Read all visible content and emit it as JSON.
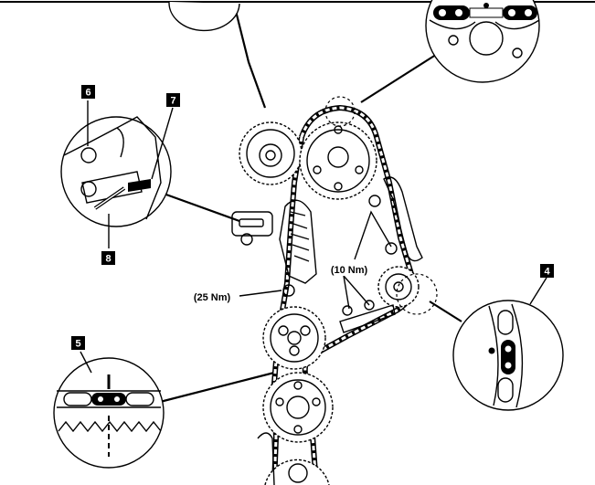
{
  "callouts": {
    "tag_4": "4",
    "tag_5": "5",
    "tag_6": "6",
    "tag_7": "7",
    "tag_8": "8"
  },
  "torque_labels": {
    "upper": "(10 Nm)",
    "left": "(25 Nm)"
  },
  "colors": {
    "line": "#000000",
    "background": "#ffffff",
    "tag_fill": "#000000",
    "tag_text": "#ffffff"
  }
}
